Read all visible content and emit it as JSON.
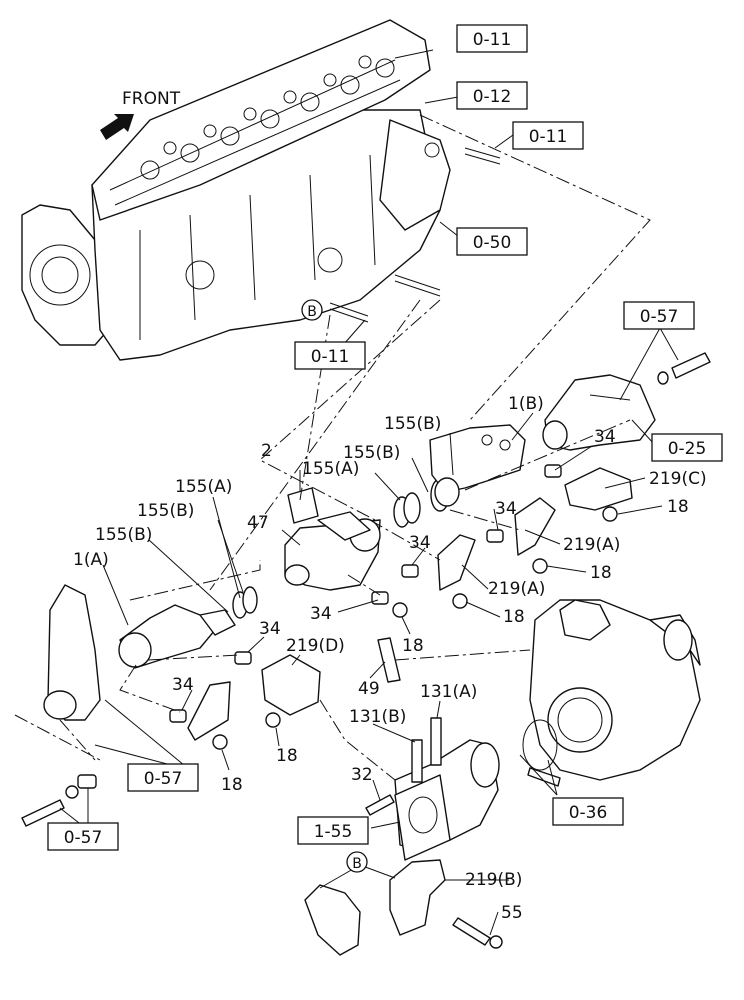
{
  "front_label": "FRONT",
  "refs": {
    "r011_top": "0-11",
    "r012": "0-12",
    "r011_right": "0-11",
    "r050": "0-50",
    "r011_left": "0-11",
    "r057_top": "0-57",
    "r025": "0-25",
    "r057_mid": "0-57",
    "r057_bot": "0-57",
    "r036": "0-36",
    "r155": "1-55"
  },
  "circle_markers": {
    "b_top": "B",
    "b_bottom": "B"
  },
  "parts": {
    "p2": "2",
    "p47": "47",
    "p155a_center": "155(A)",
    "p155b_center": "155(B)",
    "p155b_right": "155(B)",
    "p1b": "1(B)",
    "p34_r1": "34",
    "p219c": "219(C)",
    "p18_r1": "18",
    "p34_r2": "34",
    "p219a_1": "219(A)",
    "p18_r2": "18",
    "p34_c1": "34",
    "p219a_2": "219(A)",
    "p18_c1": "18",
    "p155a_left": "155(A)",
    "p155b_left": "155(B)",
    "p1a": "1(A)",
    "p34_c2": "34",
    "p18_c2": "18",
    "p34_l1": "34",
    "p219d": "219(D)",
    "p18_l2": "18",
    "p49": "49",
    "p34_l2": "34",
    "p18_l3": "18",
    "p131a": "131(A)",
    "p131b": "131(B)",
    "p32": "32",
    "p219b": "219(B)",
    "p55": "55"
  }
}
